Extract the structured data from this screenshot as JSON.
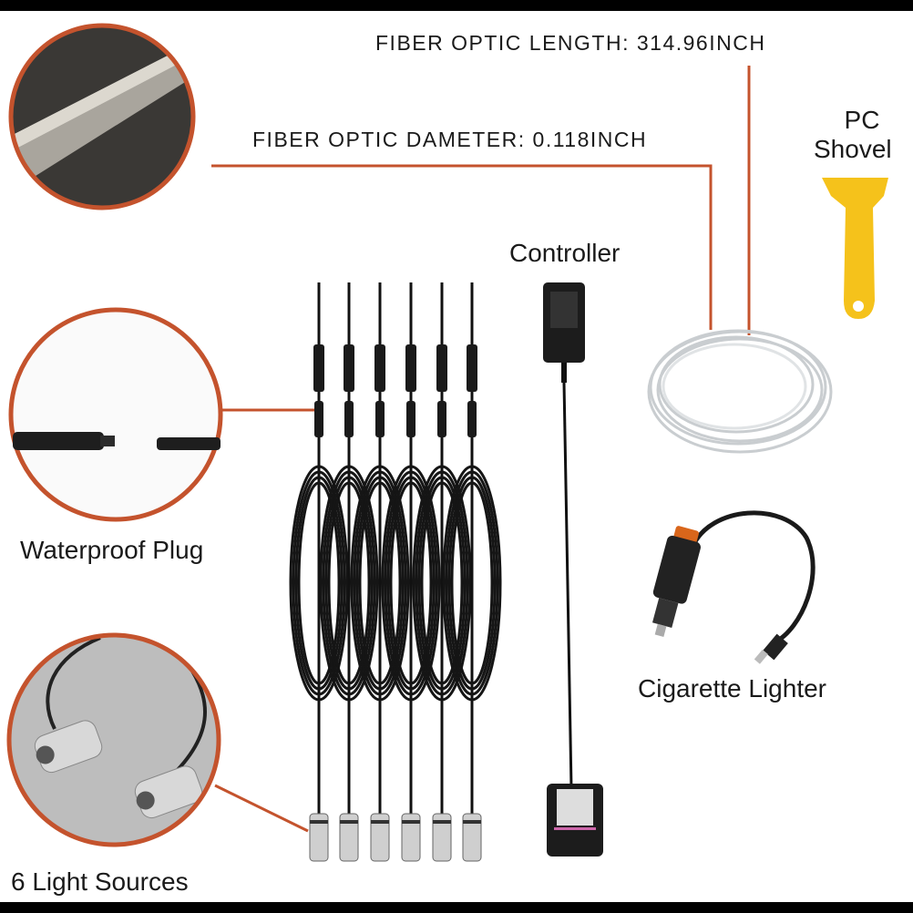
{
  "labels": {
    "fiber_length": "FIBER OPTIC LENGTH: 314.96INCH",
    "fiber_diameter": "FIBER OPTIC DAMETER: 0.118INCH",
    "pc_shovel_line1": "PC",
    "pc_shovel_line2": "Shovel",
    "controller": "Controller",
    "waterproof_plug": "Waterproof Plug",
    "cigarette_lighter": "Cigarette Lighter",
    "light_sources": "6 Light Sources"
  },
  "colors": {
    "accent": "#c4532d",
    "frame": "#000000",
    "shovel": "#f5c21b"
  }
}
